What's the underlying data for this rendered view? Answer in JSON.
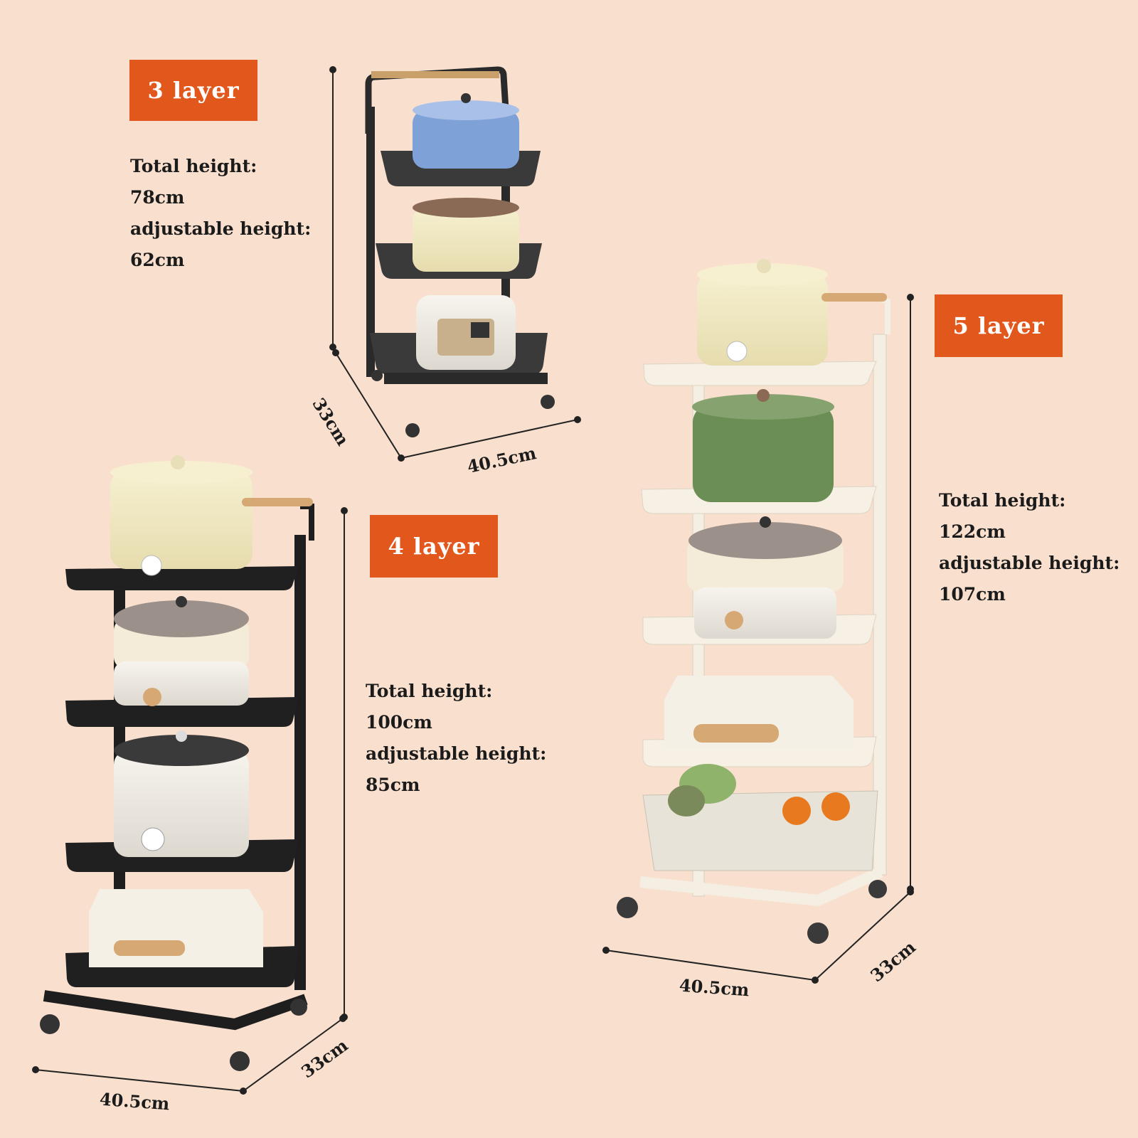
{
  "variants": [
    {
      "badge": "3 layer",
      "total_height_label": "Total height:",
      "total_height": "78cm",
      "adjustable_label": "adjustable height:",
      "adjustable_height": "62cm",
      "width": "40.5cm",
      "depth": "33cm",
      "frame_color": "#2a2a2a"
    },
    {
      "badge": "4 layer",
      "total_height_label": "Total height:",
      "total_height": "100cm",
      "adjustable_label": "adjustable height:",
      "adjustable_height": "85cm",
      "width": "40.5cm",
      "depth": "33cm",
      "frame_color": "#1e1e1e"
    },
    {
      "badge": "5 layer",
      "total_height_label": "Total height:",
      "total_height": "122cm",
      "adjustable_label": "adjustable height:",
      "adjustable_height": "107cm",
      "width": "40.5cm",
      "depth": "33cm",
      "frame_color": "#f4efe2"
    }
  ],
  "colors": {
    "background": "#f9dfcd",
    "badge": "#e2571b"
  }
}
